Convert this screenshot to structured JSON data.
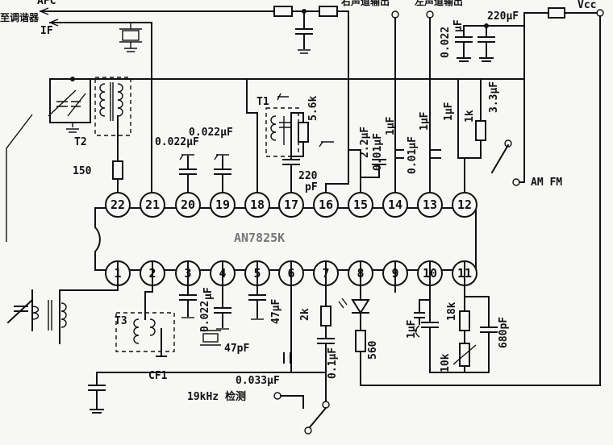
{
  "chip": {
    "part_number": "AN7825K"
  },
  "pins_top": [
    "22",
    "21",
    "20",
    "19",
    "18",
    "17",
    "16",
    "15",
    "14",
    "13",
    "12"
  ],
  "pins_bottom": [
    "1",
    "2",
    "3",
    "4",
    "5",
    "6",
    "7",
    "8",
    "9",
    "10",
    "11"
  ],
  "labels": {
    "afc": "AFC",
    "if": "IF",
    "to_detector": "至调谐器",
    "vcc": "Vcc",
    "right_out": "右声道输出",
    "left_out": "左声道输出",
    "am_fm": "AM FM",
    "detect_19k": "19kHz 检测",
    "t1": "T1",
    "t2": "T2",
    "t3": "T3",
    "cf1": "CF1"
  },
  "components": {
    "c_220uf": "220μF",
    "c_0022_top": "0.022",
    "c_0022_top_unit": "μF",
    "c_0022_19": "0.022μF",
    "c_0022_20": "0.022μF",
    "r_56k": "5.6k",
    "c_220pf": "220",
    "c_220pf_unit": "pF",
    "c_22uf": "2.2μF",
    "c_001uf_a": "0.01μF",
    "c_1uf_a": "1μF",
    "c_001uf_b": "0.01μF",
    "c_1uf_b": "1μF",
    "c_1uf_c": "1μF",
    "r_1k": "1k",
    "c_33uf": "3.3μF",
    "r_150": "150",
    "c_0022_p4": "0.022",
    "c_0022_p4_unit": "μF",
    "c_47uf": "47μF",
    "c_47pf": "47pF",
    "r_2k": "2k",
    "c_01uf": "0.1μF",
    "r_560": "560",
    "c_0033uf": "0.033μF",
    "c_1uf_d": "1μF",
    "r_18k": "18k",
    "r_10k": "10k",
    "c_680pf": "680pF"
  }
}
